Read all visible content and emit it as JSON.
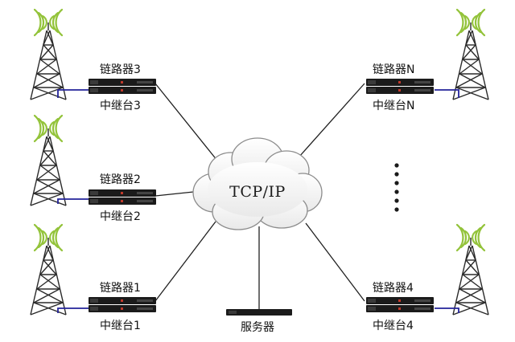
{
  "cloud": {
    "label": "TCP/IP"
  },
  "sites": [
    {
      "id": "site-3",
      "linker": "链路器3",
      "repeater": "中继台3"
    },
    {
      "id": "site-2",
      "linker": "链路器2",
      "repeater": "中继台2"
    },
    {
      "id": "site-1",
      "linker": "链路器1",
      "repeater": "中继台1"
    },
    {
      "id": "site-n",
      "linker": "链路器N",
      "repeater": "中继台N"
    },
    {
      "id": "site-4",
      "linker": "链路器4",
      "repeater": "中继台4"
    }
  ],
  "server": {
    "label": "服务器"
  },
  "colors": {
    "line": "#202020",
    "cable": "#23239a",
    "tower": "#2a2a2a",
    "signal": "#93c33a"
  }
}
